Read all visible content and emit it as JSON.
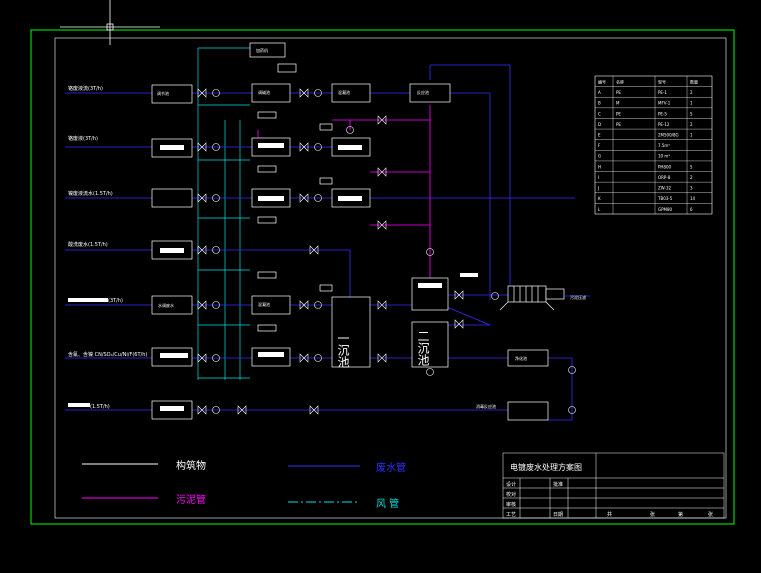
{
  "colors": {
    "background": "#000000",
    "frame": "#00ff00",
    "water_pipe": "#3030ff",
    "sludge_pipe": "#ff00ff",
    "air_pipe": "#00e0e0",
    "structure": "#ffffff"
  },
  "inlets": [
    {
      "label": "铬废液流(3T/h)"
    },
    {
      "label": "铬废液(3T/h)"
    },
    {
      "label": "镍废液流水(1.5T/h)"
    },
    {
      "label": "酸洗废水(1.5T/h)"
    },
    {
      "label": "(3T/h)"
    },
    {
      "label": "含氰、含镍 CN/SO₄/Cu/Ni/F(6T/h)"
    },
    {
      "label": "(1.5T/h)"
    }
  ],
  "tanks_row1": [
    "调节池",
    "调碱池",
    "混凝池",
    "反应池"
  ],
  "tank_labels": {
    "settling1": "一沉池",
    "settling2": "二沉池",
    "adjust_water": "水调废水",
    "mix_tank": "混凝池",
    "final_tank": "净化池",
    "aux_label": "消毒反应池",
    "top_tank": "加药机",
    "outlet": "污泥压滤"
  },
  "equipment_table": {
    "headers": [
      "编号",
      "名称",
      "型号",
      "数量"
    ],
    "rows": [
      [
        "A",
        "PE",
        "PE-1",
        "2"
      ],
      [
        "B",
        "M",
        "MFV-1",
        "1"
      ],
      [
        "C",
        "PE",
        "PE-5",
        "5"
      ],
      [
        "D",
        "PE",
        "PE-12",
        "2"
      ],
      [
        "E",
        "",
        "2M500/8G",
        "1"
      ],
      [
        "F",
        "",
        "7.5m³",
        ""
      ],
      [
        "G",
        "",
        "10 m³",
        ""
      ],
      [
        "H",
        "",
        "PH800",
        "5"
      ],
      [
        "I",
        "",
        "ORP-8",
        "2"
      ],
      [
        "J",
        "",
        "ZW-32",
        "3"
      ],
      [
        "K",
        "",
        "TB03-5",
        "14"
      ],
      [
        "L",
        "",
        "GPM80",
        "6"
      ]
    ]
  },
  "legend": {
    "structure": "构筑物",
    "sludge": "污泥管",
    "water": "废水管",
    "air": "风 管"
  },
  "title_block": {
    "title": "电镀废水处理方案图",
    "rows": [
      "设计",
      "校对",
      "审核",
      "工艺"
    ],
    "approve": "批准",
    "date": "日期",
    "total": "共",
    "sheet": "张",
    "no": "第",
    "page": "张"
  }
}
